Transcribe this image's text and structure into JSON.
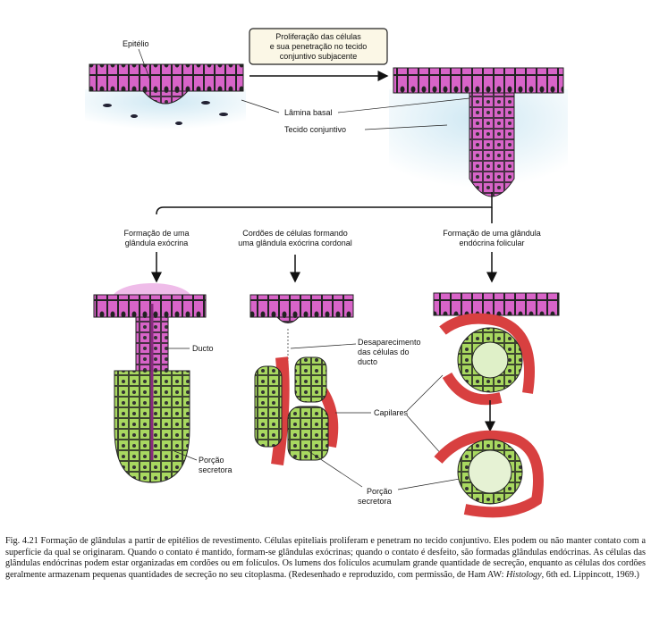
{
  "labels": {
    "epitelio": "Epitélio",
    "process_box": [
      "Proliferação das células",
      "e sua penetração no tecido",
      "conjuntivo subjacente"
    ],
    "lamina_basal": "Lâmina basal",
    "tecido_conjuntivo": "Tecido conjuntivo",
    "branch_left": [
      "Formação de uma",
      "glândula exócrina"
    ],
    "branch_middle": [
      "Cordões de células formando",
      "uma glândula exócrina cordonal"
    ],
    "branch_right": [
      "Formação de uma glândula",
      "endócrina folicular"
    ],
    "ducto": "Ducto",
    "desaparecimento": [
      "Desaparecimento",
      "das células do",
      "ducto"
    ],
    "capilares": "Capilares",
    "porcao_left": [
      "Porção",
      "secretora"
    ],
    "porcao_middle": [
      "Porção",
      "secretora"
    ]
  },
  "caption": {
    "text_before": "Fig. 4.21 Formação de glândulas a partir de epitélios de revestimento. Células epiteliais proliferam e penetram no tecido conjuntivo. Eles podem ou não manter contato com a superfície da qual se originaram. Quando o contato é mantido, formam-se glândulas exócrinas; quando o contato é desfeito, são formadas glândulas endócrinas. As células das glândulas endócrinas podem estar organizadas em cordões ou em folículos. Os lumens dos folículos acumulam grande quantidade de secreção, enquanto as células dos cordões geralmente armazenam pequenas quantidades de secreção no seu citoplasma. (Redesenhado e reproduzido, com permissão, de Ham AW: ",
    "italic": "Histology",
    "text_after": ", 6th ed. Lippincott, 1969.)"
  },
  "colors": {
    "epithelium": "#d864c8",
    "secretory": "#a8d860",
    "capillary": "#d84040",
    "connective": "#d8eef6"
  }
}
